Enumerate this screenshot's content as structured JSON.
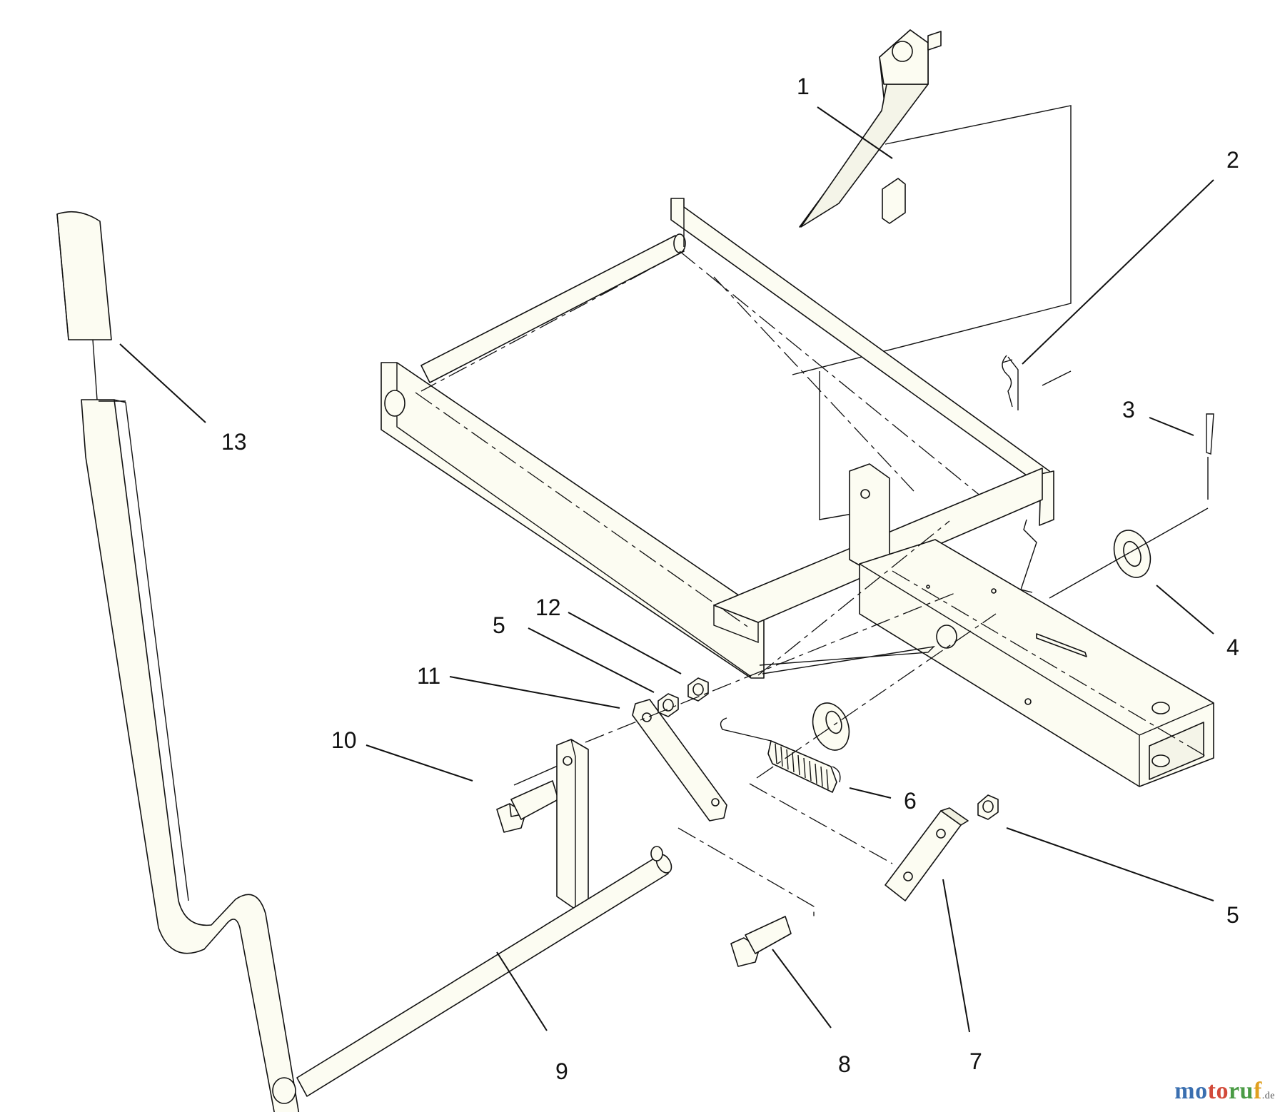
{
  "callouts": [
    {
      "id": "c1",
      "text": "1"
    },
    {
      "id": "c2",
      "text": "2"
    },
    {
      "id": "c3",
      "text": "3"
    },
    {
      "id": "c4",
      "text": "4"
    },
    {
      "id": "c5a",
      "text": "5"
    },
    {
      "id": "c5b",
      "text": "5"
    },
    {
      "id": "c6",
      "text": "6"
    },
    {
      "id": "c7",
      "text": "7"
    },
    {
      "id": "c8",
      "text": "8"
    },
    {
      "id": "c9",
      "text": "9"
    },
    {
      "id": "c10",
      "text": "10"
    },
    {
      "id": "c11",
      "text": "11"
    },
    {
      "id": "c12",
      "text": "12"
    },
    {
      "id": "c13",
      "text": "13"
    }
  ],
  "watermark": {
    "a": "mo",
    "b": "to",
    "c": "ru",
    "d": "f",
    "tld": ".de"
  }
}
